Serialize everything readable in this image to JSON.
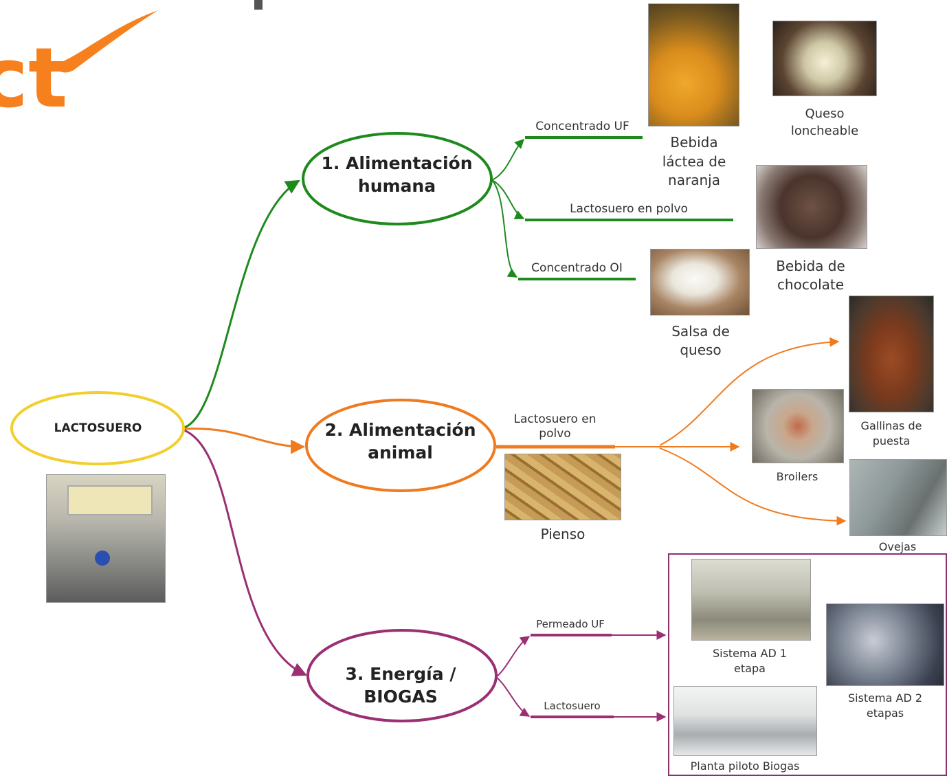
{
  "root": {
    "label": "LACTOSUERO"
  },
  "branches": {
    "human": {
      "title": "1. Alimentación humana",
      "edges": [
        "Concentrado UF",
        "Lactosuero en polvo",
        "Concentrado OI"
      ],
      "products": [
        "Bebida láctea de naranja",
        "Queso loncheable",
        "Bebida de chocolate",
        "Salsa de queso"
      ]
    },
    "animal": {
      "title": "2. Alimentación animal",
      "edge": "Lactosuero en polvo",
      "products": [
        "Pienso",
        "Gallinas de puesta",
        "Broilers",
        "Ovejas"
      ]
    },
    "energy": {
      "title": "3. Energía / BIOGAS",
      "edges": [
        "Permeado UF",
        "Lactosuero"
      ],
      "products": [
        "Sistema AD 1 etapa",
        "Sistema AD 2 etapas",
        "Planta piloto Biogas"
      ]
    }
  },
  "colors": {
    "root": "#f2cf2e",
    "human": "#1e8a1e",
    "animal": "#f07a1e",
    "energy": "#9a2f74",
    "logo": "#f7801e"
  }
}
